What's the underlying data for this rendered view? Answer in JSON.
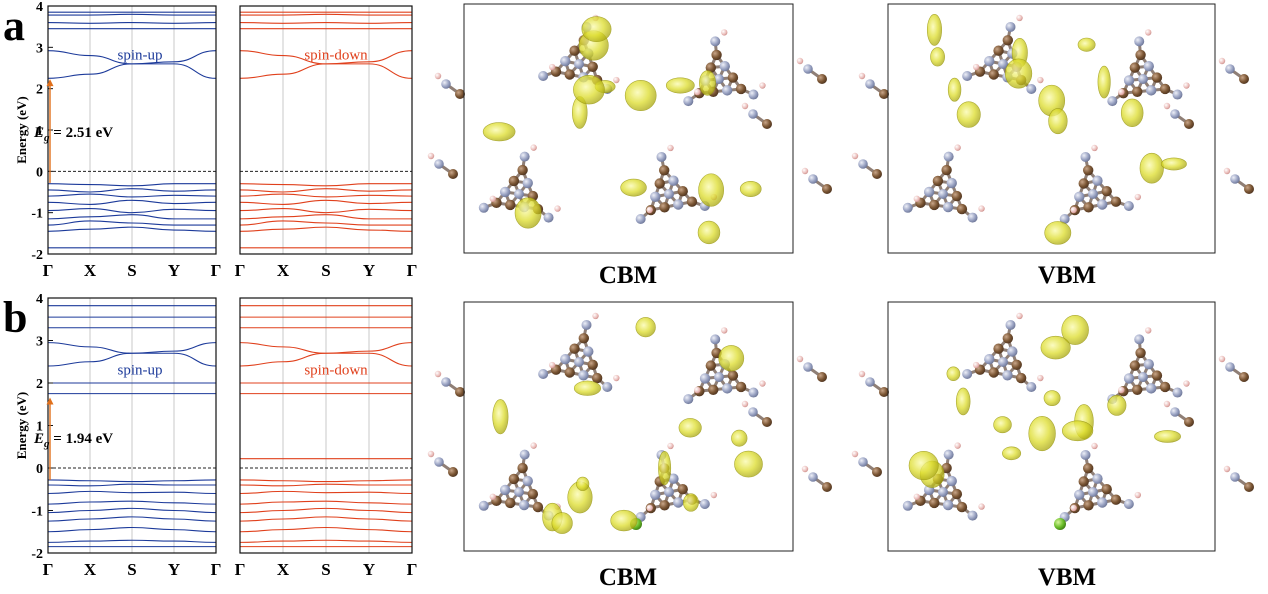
{
  "panels": [
    {
      "letter": "a",
      "gap": {
        "label": "E",
        "subscript": "g",
        "value_text": " = 2.51 eV",
        "ev": 2.51
      },
      "structure_labels": [
        "CBM",
        "VBM"
      ]
    },
    {
      "letter": "b",
      "gap": {
        "label": "E",
        "subscript": "g",
        "value_text": " = 1.94 eV",
        "ev": 1.94
      },
      "structure_labels": [
        "CBM",
        "VBM"
      ]
    }
  ],
  "chart_data": [
    {
      "type": "line",
      "panel": "a",
      "ylabel": "Energy (eV)",
      "ylim": [
        -2,
        4
      ],
      "yticks": [
        "-2",
        "-1",
        "0",
        "1",
        "2",
        "3",
        "4"
      ],
      "kpoints": [
        "Γ",
        "X",
        "S",
        "Y",
        "Γ"
      ],
      "fermi_level": 0,
      "series": [
        {
          "name": "spin-up",
          "color": "#1c3a9a",
          "bands": [
            [
              -1.85,
              -1.85,
              -1.85,
              -1.85,
              -1.85
            ],
            [
              -1.45,
              -1.4,
              -1.35,
              -1.42,
              -1.45
            ],
            [
              -1.3,
              -1.2,
              -1.25,
              -1.3,
              -1.3
            ],
            [
              -1.15,
              -1.1,
              -1.05,
              -1.15,
              -1.15
            ],
            [
              -0.95,
              -0.9,
              -1.0,
              -0.92,
              -0.95
            ],
            [
              -0.75,
              -0.8,
              -0.7,
              -0.78,
              -0.75
            ],
            [
              -0.6,
              -0.55,
              -0.62,
              -0.58,
              -0.6
            ],
            [
              -0.45,
              -0.5,
              -0.42,
              -0.48,
              -0.45
            ],
            [
              -0.3,
              -0.32,
              -0.35,
              -0.3,
              -0.3
            ],
            [
              2.25,
              2.35,
              2.6,
              2.6,
              2.25
            ],
            [
              2.92,
              2.8,
              2.6,
              2.65,
              2.92
            ],
            [
              3.45,
              3.45,
              3.45,
              3.45,
              3.45
            ],
            [
              3.6,
              3.58,
              3.6,
              3.58,
              3.6
            ],
            [
              3.78,
              3.78,
              3.8,
              3.78,
              3.78
            ],
            [
              3.85,
              3.85,
              3.85,
              3.85,
              3.85
            ]
          ]
        },
        {
          "name": "spin-down",
          "color": "#e0401c",
          "bands": [
            [
              -1.85,
              -1.85,
              -1.85,
              -1.85,
              -1.85
            ],
            [
              -1.45,
              -1.4,
              -1.35,
              -1.42,
              -1.45
            ],
            [
              -1.3,
              -1.2,
              -1.25,
              -1.3,
              -1.3
            ],
            [
              -1.15,
              -1.1,
              -1.05,
              -1.15,
              -1.15
            ],
            [
              -0.95,
              -0.9,
              -1.0,
              -0.92,
              -0.95
            ],
            [
              -0.75,
              -0.8,
              -0.7,
              -0.78,
              -0.75
            ],
            [
              -0.6,
              -0.55,
              -0.62,
              -0.58,
              -0.6
            ],
            [
              -0.45,
              -0.5,
              -0.42,
              -0.48,
              -0.45
            ],
            [
              -0.3,
              -0.32,
              -0.35,
              -0.3,
              -0.3
            ],
            [
              2.25,
              2.35,
              2.6,
              2.6,
              2.25
            ],
            [
              2.92,
              2.8,
              2.6,
              2.65,
              2.92
            ],
            [
              3.45,
              3.45,
              3.45,
              3.45,
              3.45
            ],
            [
              3.6,
              3.58,
              3.6,
              3.58,
              3.6
            ],
            [
              3.78,
              3.78,
              3.8,
              3.78,
              3.78
            ],
            [
              3.85,
              3.85,
              3.85,
              3.85,
              3.85
            ]
          ]
        }
      ]
    },
    {
      "type": "line",
      "panel": "b",
      "ylabel": "Energy (eV)",
      "ylim": [
        -2,
        4
      ],
      "yticks": [
        "-2",
        "-1",
        "0",
        "1",
        "2",
        "3",
        "4"
      ],
      "kpoints": [
        "Γ",
        "X",
        "S",
        "Y",
        "Γ"
      ],
      "fermi_level": 0,
      "series": [
        {
          "name": "spin-up",
          "color": "#1c3a9a",
          "bands": [
            [
              -1.85,
              -1.85,
              -1.85,
              -1.85,
              -1.85
            ],
            [
              -1.75,
              -1.72,
              -1.7,
              -1.72,
              -1.75
            ],
            [
              -1.5,
              -1.45,
              -1.4,
              -1.45,
              -1.5
            ],
            [
              -1.25,
              -1.2,
              -1.15,
              -1.2,
              -1.25
            ],
            [
              -1.05,
              -1.0,
              -0.95,
              -1.0,
              -1.05
            ],
            [
              -0.85,
              -0.8,
              -0.78,
              -0.82,
              -0.85
            ],
            [
              -0.6,
              -0.55,
              -0.58,
              -0.57,
              -0.6
            ],
            [
              -0.4,
              -0.42,
              -0.38,
              -0.4,
              -0.4
            ],
            [
              -0.28,
              -0.3,
              -0.32,
              -0.3,
              -0.28
            ],
            [
              1.75,
              1.75,
              1.75,
              1.75,
              1.75
            ],
            [
              2.0,
              2.0,
              2.0,
              2.0,
              2.0
            ],
            [
              2.4,
              2.5,
              2.7,
              2.7,
              2.4
            ],
            [
              2.95,
              2.85,
              2.7,
              2.75,
              2.95
            ],
            [
              3.3,
              3.3,
              3.3,
              3.3,
              3.3
            ],
            [
              3.55,
              3.55,
              3.55,
              3.55,
              3.55
            ],
            [
              3.82,
              3.82,
              3.82,
              3.82,
              3.82
            ]
          ]
        },
        {
          "name": "spin-down",
          "color": "#e0401c",
          "bands": [
            [
              -1.85,
              -1.85,
              -1.85,
              -1.85,
              -1.85
            ],
            [
              -1.75,
              -1.72,
              -1.7,
              -1.72,
              -1.75
            ],
            [
              -1.5,
              -1.45,
              -1.4,
              -1.45,
              -1.5
            ],
            [
              -1.25,
              -1.2,
              -1.15,
              -1.2,
              -1.25
            ],
            [
              -1.05,
              -1.0,
              -0.95,
              -1.0,
              -1.05
            ],
            [
              -0.85,
              -0.8,
              -0.78,
              -0.82,
              -0.85
            ],
            [
              -0.6,
              -0.55,
              -0.58,
              -0.57,
              -0.6
            ],
            [
              -0.4,
              -0.42,
              -0.38,
              -0.4,
              -0.4
            ],
            [
              -0.28,
              -0.3,
              -0.32,
              -0.3,
              -0.28
            ],
            [
              0.22,
              0.22,
              0.22,
              0.22,
              0.22
            ],
            [
              1.75,
              1.75,
              1.75,
              1.75,
              1.75
            ],
            [
              2.0,
              2.0,
              2.0,
              2.0,
              2.0
            ],
            [
              2.4,
              2.5,
              2.7,
              2.7,
              2.4
            ],
            [
              2.95,
              2.85,
              2.7,
              2.75,
              2.95
            ],
            [
              3.3,
              3.3,
              3.3,
              3.3,
              3.3
            ],
            [
              3.55,
              3.55,
              3.55,
              3.55,
              3.55
            ],
            [
              3.82,
              3.82,
              3.82,
              3.82,
              3.82
            ]
          ]
        }
      ]
    }
  ]
}
